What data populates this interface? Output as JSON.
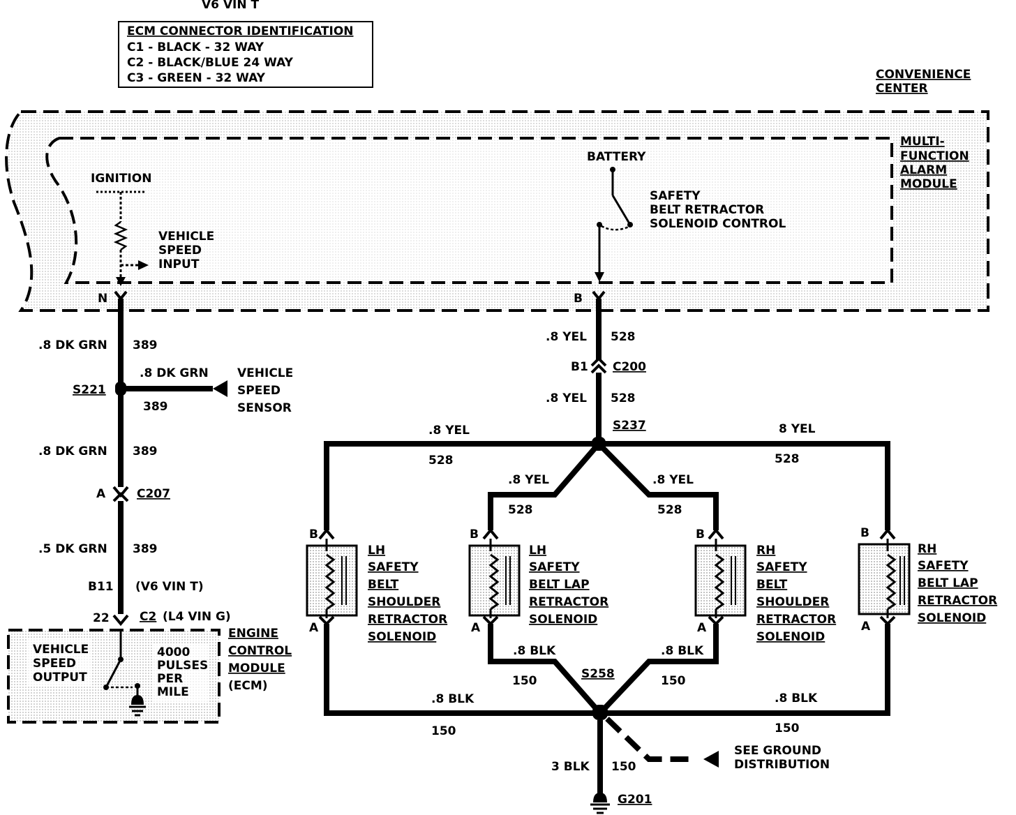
{
  "header": {
    "title": "V6 VIN T"
  },
  "ecm_id": {
    "title": "ECM CONNECTOR IDENTIFICATION",
    "lines": [
      "C1 - BLACK - 32 WAY",
      "C2 - BLACK/BLUE 24 WAY",
      "C3 - GREEN - 32 WAY"
    ]
  },
  "convenience_center": [
    "CONVENIENCE",
    "CENTER"
  ],
  "mfam": [
    "MULTI-",
    "FUNCTION",
    "ALARM",
    "MODULE"
  ],
  "ignition": "IGNITION",
  "battery": "BATTERY",
  "vsi": [
    "VEHICLE",
    "SPEED",
    "INPUT"
  ],
  "solenoid_ctrl": [
    "SAFETY",
    "BELT RETRACTOR",
    "SOLENOID CONTROL"
  ],
  "pin_n": "N",
  "pin_b": "B",
  "left": {
    "w1": ".8 DK GRN",
    "c1": "389",
    "s221": "S221",
    "branch_w": ".8 DK GRN",
    "branch_c": "389",
    "vss": [
      "VEHICLE",
      "SPEED",
      "SENSOR"
    ],
    "w2": ".8 DK GRN",
    "c2": "389",
    "c207_pin": "A",
    "c207": "C207",
    "w3": ".5 DK GRN",
    "c3": "389",
    "b11": "B11",
    "v6": "(V6 VIN T)",
    "p22": "22",
    "c2_conn": "C2",
    "l4": "(L4 VIN G)"
  },
  "ecm": {
    "vso": [
      "VEHICLE",
      "SPEED",
      "OUTPUT"
    ],
    "pulses": [
      "4000",
      "PULSES",
      "PER",
      "MILE"
    ],
    "name": [
      "ENGINE",
      "CONTROL",
      "MODULE",
      "(ECM)"
    ]
  },
  "right": {
    "w1": ".8 YEL",
    "c1": "528",
    "b1": "B1",
    "c200": "C200",
    "w2": ".8 YEL",
    "c2": "528",
    "s237": "S237",
    "wl": ".8 YEL",
    "cl": "528",
    "wr": "8 YEL",
    "cr": "528",
    "wil": ".8 YEL",
    "cil": "528",
    "wir": ".8 YEL",
    "cir": "528"
  },
  "solenoids": [
    {
      "b": "B",
      "a": "A",
      "label": [
        "LH",
        "SAFETY",
        "BELT",
        "SHOULDER",
        "RETRACTOR",
        "SOLENOID"
      ]
    },
    {
      "b": "B",
      "a": "A",
      "label": [
        "LH",
        "SAFETY",
        "BELT LAP",
        "RETRACTOR",
        "SOLENOID"
      ]
    },
    {
      "b": "B",
      "a": "A",
      "label": [
        "RH",
        "SAFETY",
        "BELT",
        "SHOULDER",
        "RETRACTOR",
        "SOLENOID"
      ]
    },
    {
      "b": "B",
      "a": "A",
      "label": [
        "RH",
        "SAFETY",
        "BELT LAP",
        "RETRACTOR",
        "SOLENOID"
      ]
    }
  ],
  "ground": {
    "wil": ".8 BLK",
    "cil": "150",
    "wir": ".8 BLK",
    "cir": "150",
    "s258": "S258",
    "wl": ".8 BLK",
    "cl": "150",
    "wr": ".8 BLK",
    "cr": "150",
    "see": [
      "SEE GROUND",
      "DISTRIBUTION"
    ],
    "w": "3 BLK",
    "c": "150",
    "g201": "G201"
  },
  "colors": {
    "ink": "#000000",
    "shade": "#d6d6d6",
    "paper": "#ffffff"
  }
}
